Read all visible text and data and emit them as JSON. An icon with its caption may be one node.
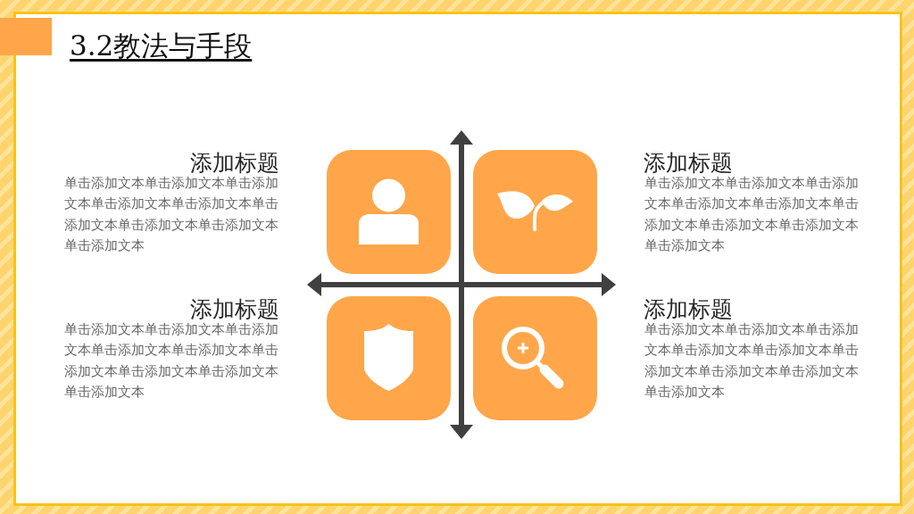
{
  "diagram": {
    "title": "3.2教法与手段",
    "labels": [
      "添加标题",
      "单击添加文本单击添加文本单击添加文本单击添加文本单击添加文本单击添加文本单击添加文本单击添加文本单击添加文本",
      "添加标题",
      "单击添加文本单击添加文本单击添加文本单击添加文本单击添加文本单击添加文本单击添加文本单击添加文本单击添加文本",
      "添加标题",
      "单击添加文本单击添加文本单击添加文本单击添加文本单击添加文本单击添加文本单击添加文本单击添加文本单击添加文本",
      "添加标题",
      "单击添加文本单击添加文本单击添加文本单击添加文本单击添加文本单击添加文本单击添加文本单击添加文本单击添加文本"
    ]
  }
}
